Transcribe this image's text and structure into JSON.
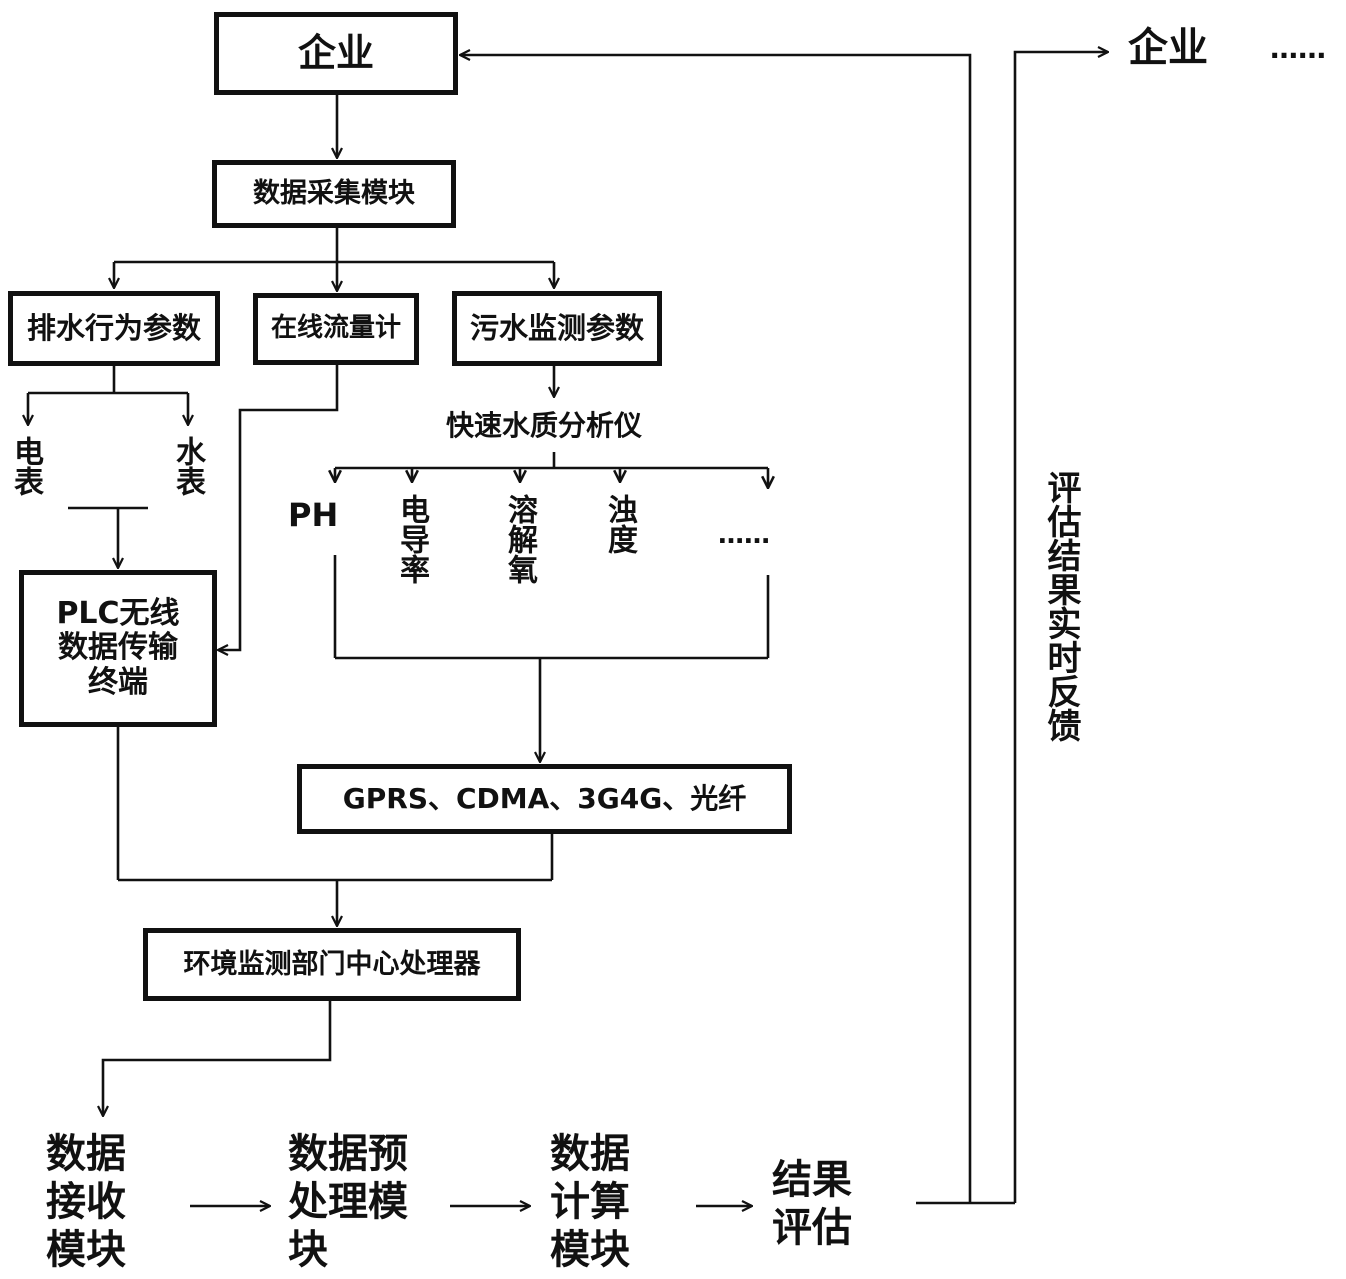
{
  "top_box": "企业",
  "top_right": {
    "label": "企业",
    "ellipsis": "……"
  },
  "collection_module": "数据采集模块",
  "branches": {
    "drainage_params": "排水行为参数",
    "online_flowmeter": "在线流量计",
    "sewage_params": "污水监测参数"
  },
  "meters": {
    "electric": "电表",
    "water": "水表"
  },
  "analyzer": "快速水质分析仪",
  "indicators": [
    "PH",
    "电导率",
    "溶解氧",
    "浊度",
    "……"
  ],
  "plc_terminal": [
    "PLC无线",
    "数据传输",
    "终端"
  ],
  "networks": "GPRS、CDMA、3G4G、光纤",
  "central_processor": "环境监测部门中心处理器",
  "pipeline": {
    "receive": [
      "数据",
      "接收",
      "模块"
    ],
    "preprocess": [
      "数据预",
      "处理模",
      "块"
    ],
    "compute": [
      "数据",
      "计算",
      "模块"
    ],
    "evaluate": [
      "结果",
      "评估"
    ]
  },
  "feedback_label": "评估结果实时反馈"
}
